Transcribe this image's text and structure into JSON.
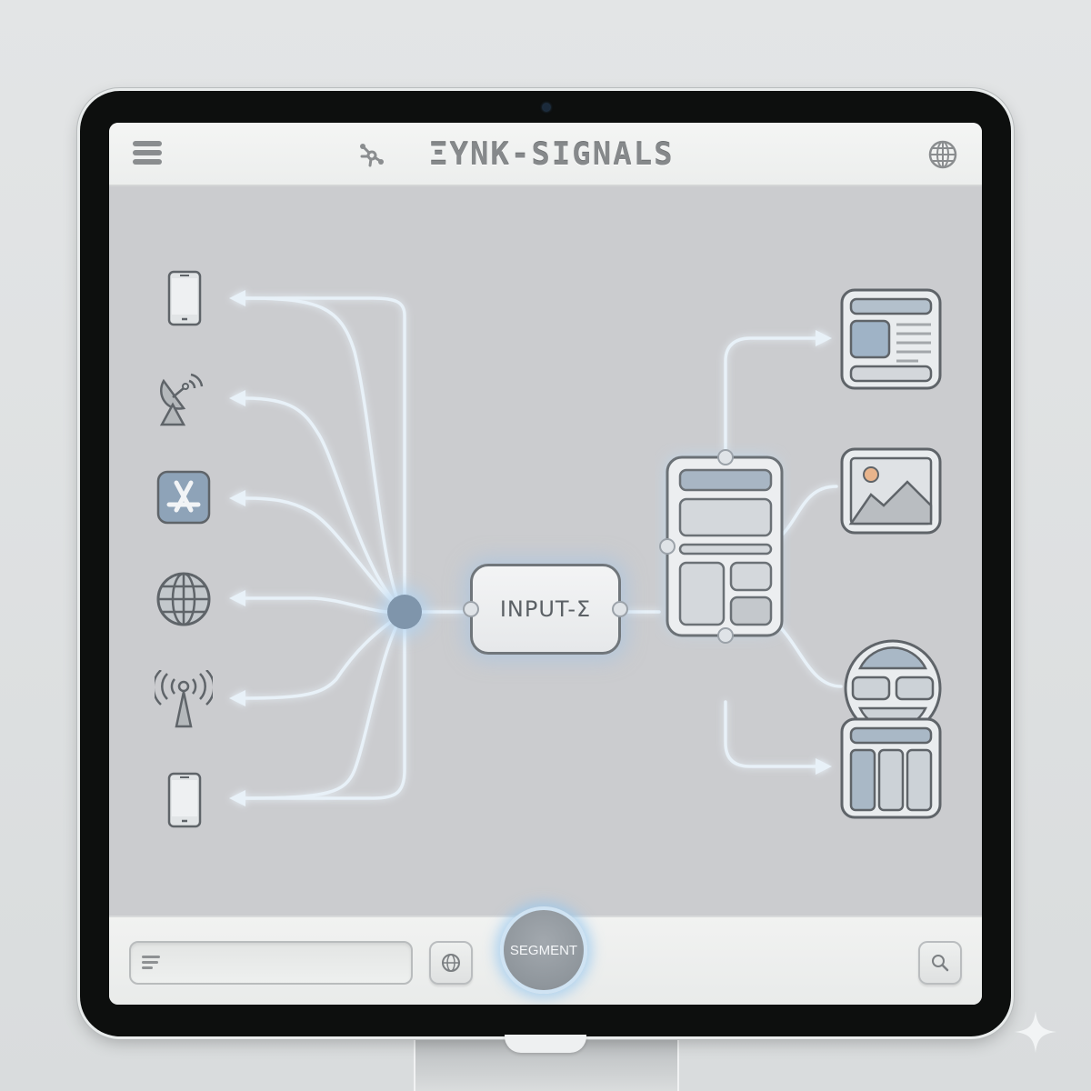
{
  "header": {
    "title": "ΞYNK-SIGNALS",
    "menu_icon": "hamburger-menu-icon",
    "logo_icon": "molecule-network-icon",
    "globe_icon": "globe-icon"
  },
  "diagram": {
    "hub_label": "",
    "input_node": {
      "label": "INPUT-Σ"
    },
    "layout_node": {
      "name": "page-layout-template"
    },
    "sources": [
      {
        "name": "smartphone",
        "icon": "smartphone-icon"
      },
      {
        "name": "satellite-dish",
        "icon": "satellite-dish-icon"
      },
      {
        "name": "app-store",
        "icon": "app-store-icon"
      },
      {
        "name": "web",
        "icon": "globe-icon"
      },
      {
        "name": "broadcast-antenna",
        "icon": "radio-tower-icon"
      },
      {
        "name": "smartphone",
        "icon": "smartphone-icon"
      }
    ],
    "outputs": [
      {
        "name": "article-layout",
        "icon": "article-layout-icon"
      },
      {
        "name": "image",
        "icon": "image-icon"
      },
      {
        "name": "round-grid",
        "icon": "circle-grid-icon"
      },
      {
        "name": "column-layout",
        "icon": "columns-layout-icon"
      }
    ],
    "colors": {
      "flow_line": "#e9f2f9",
      "glow": "#a9cdee",
      "hub": "#7f95ab",
      "stroke": "#6b7176",
      "accent_fill": "#9fb3c6",
      "sun": "#e8b48c"
    }
  },
  "footer": {
    "query_placeholder": "",
    "query_icon": "text-lines-icon",
    "globe_button_icon": "globe-icon",
    "segment_label": "SEGMENT",
    "search_icon": "search-icon"
  }
}
